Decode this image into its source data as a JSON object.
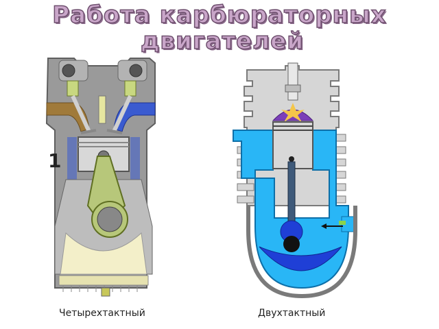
{
  "title": {
    "line1": "Работа карбюраторных",
    "line2": "двигателей"
  },
  "figures": {
    "four_stroke": {
      "caption": "Четырехтактный",
      "marker": "1"
    },
    "two_stroke": {
      "caption": "Двухтактный"
    }
  },
  "colors": {
    "title_fill": "#c9a6c9",
    "engine_gray": "#9a9a9a",
    "piston_gray": "#d8d8d8",
    "rod_green": "#b7c77a",
    "intake_brown": "#a07a3a",
    "exhaust_blue": "#3a5bd0",
    "coolant_cyan": "#29b6f6",
    "mixture_blue": "#1f3fd6",
    "combustion_purple": "#7b3fb8",
    "oil_cream": "#f3efc9"
  }
}
